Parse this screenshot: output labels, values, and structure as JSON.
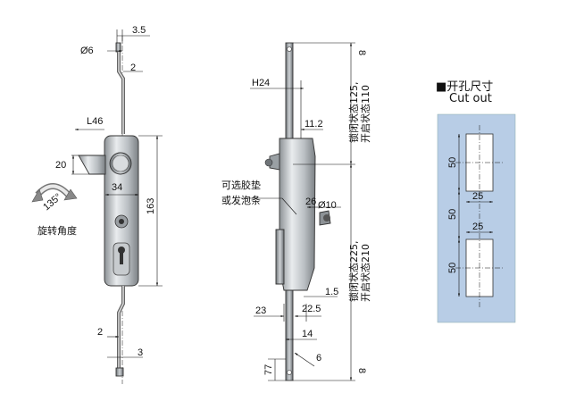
{
  "front_view": {
    "dim_thickness": "3.5",
    "dim_pin_diameter": "Ø6",
    "dim_offset_top": "2",
    "dim_l46": "L46",
    "dim_handle_height": "20",
    "dim_width_34": "34",
    "dim_length_163": "163",
    "dim_offset_bottom": "2",
    "dim_bottom_3": "3",
    "rotation_angle": "135°",
    "rotation_label": "旋转角度"
  },
  "side_view": {
    "dim_h24": "H24",
    "dim_11_2": "11.2",
    "dim_26": "26",
    "dim_hole_10": "Ø10",
    "dim_1_5": "1.5",
    "dim_23": "23",
    "dim_22_5": "22.5",
    "dim_14": "14",
    "dim_6": "6",
    "dim_77": "77",
    "dim_8_top": "8",
    "dim_8_bottom": "8",
    "gasket_note_line1": "可选胶垫",
    "gasket_note_line2": "或发泡条",
    "upper_state_line1": "锁闭状态125,",
    "upper_state_line2": "开启状态110",
    "lower_state_line1": "锁闭状态225,",
    "lower_state_line2": "开启状态210"
  },
  "cutout": {
    "title_cn": "■开孔尺寸",
    "title_en": "Cut out",
    "dim_height_top": "50",
    "dim_width_top": "25",
    "dim_gap": "50",
    "dim_width_bottom": "25",
    "dim_height_bottom": "50",
    "panel_color": "#b8cde6"
  }
}
